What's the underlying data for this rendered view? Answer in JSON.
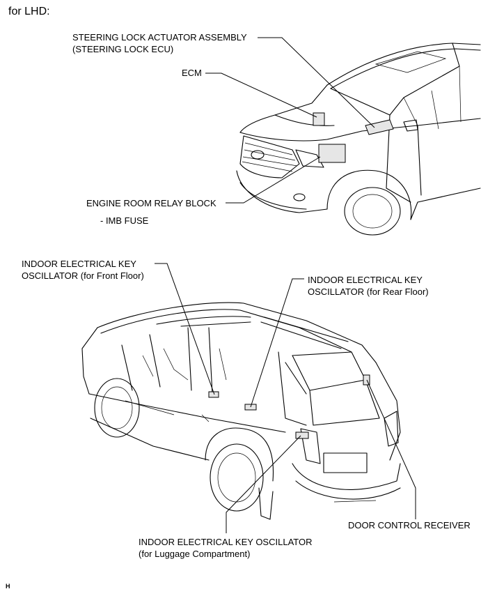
{
  "header": {
    "title": "for LHD:"
  },
  "labels": {
    "steering_lock_line1": "STEERING LOCK ACTUATOR ASSEMBLY",
    "steering_lock_line2": "(STEERING LOCK ECU)",
    "ecm": "ECM",
    "relay_block": "ENGINE ROOM RELAY BLOCK",
    "imb_fuse": "- IMB FUSE",
    "front_floor_line1": "INDOOR ELECTRICAL KEY",
    "front_floor_line2": "OSCILLATOR (for Front Floor)",
    "rear_floor_line1": "INDOOR ELECTRICAL KEY",
    "rear_floor_line2": "OSCILLATOR (for Rear Floor)",
    "door_control_receiver": "DOOR CONTROL RECEIVER",
    "luggage_line1": "INDOOR ELECTRICAL KEY OSCILLATOR",
    "luggage_line2": "(for Luggage Compartment)"
  },
  "figure_code": "H"
}
